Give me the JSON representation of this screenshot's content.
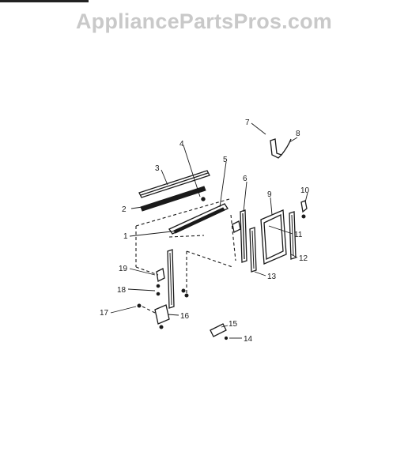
{
  "watermark": "AppliancePartsPros.com",
  "callouts": [
    "1",
    "2",
    "3",
    "4",
    "5",
    "6",
    "7",
    "8",
    "9",
    "10",
    "11",
    "12",
    "13",
    "14",
    "15",
    "16",
    "17",
    "18",
    "19"
  ],
  "colors": {
    "ink": "#1a1a1a",
    "watermark": "#c9c9c9",
    "background": "#ffffff"
  }
}
